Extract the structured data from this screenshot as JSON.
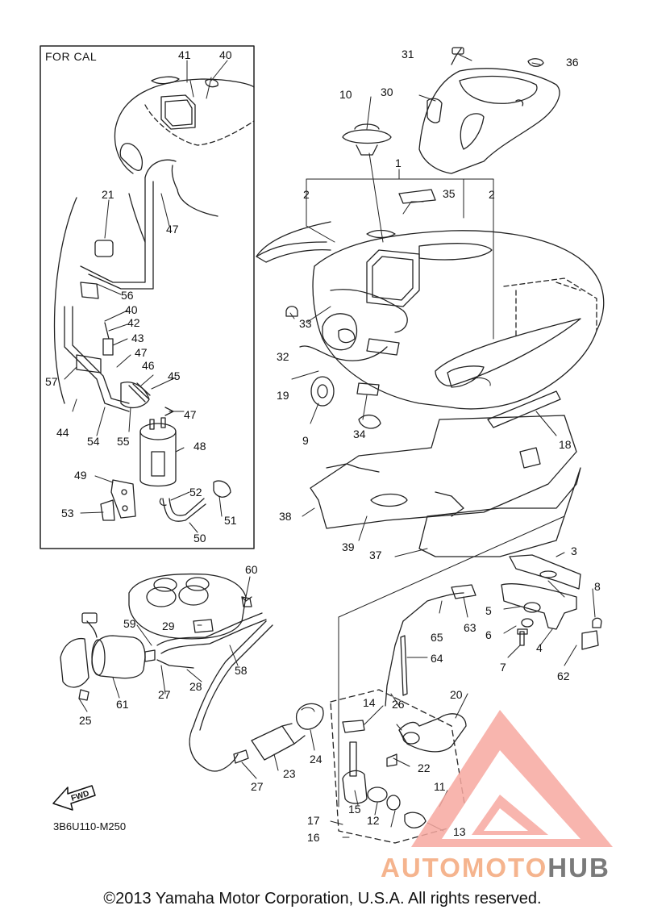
{
  "diagram": {
    "inset_title": "FOR CAL",
    "part_code": "3B6U110-M250",
    "fwd_label": "FWD",
    "copyright": "©2013 Yamaha Motor Corporation, U.S.A. All rights reserved.",
    "watermark": {
      "part1": "AUTOMOTO",
      "part2": "HUB",
      "logo_color": "#f26b5b"
    },
    "callouts": [
      "1",
      "2",
      "2",
      "3",
      "4",
      "5",
      "6",
      "7",
      "8",
      "9",
      "10",
      "11",
      "12",
      "13",
      "14",
      "15",
      "16",
      "17",
      "18",
      "19",
      "20",
      "21",
      "22",
      "23",
      "24",
      "25",
      "26",
      "27",
      "27",
      "28",
      "29",
      "30",
      "31",
      "32",
      "33",
      "34",
      "35",
      "36",
      "37",
      "38",
      "39",
      "40",
      "40",
      "41",
      "42",
      "43",
      "44",
      "45",
      "46",
      "47",
      "47",
      "47",
      "48",
      "49",
      "50",
      "51",
      "52",
      "53",
      "54",
      "55",
      "56",
      "57",
      "58",
      "59",
      "60",
      "61",
      "62",
      "63",
      "64",
      "65"
    ]
  }
}
